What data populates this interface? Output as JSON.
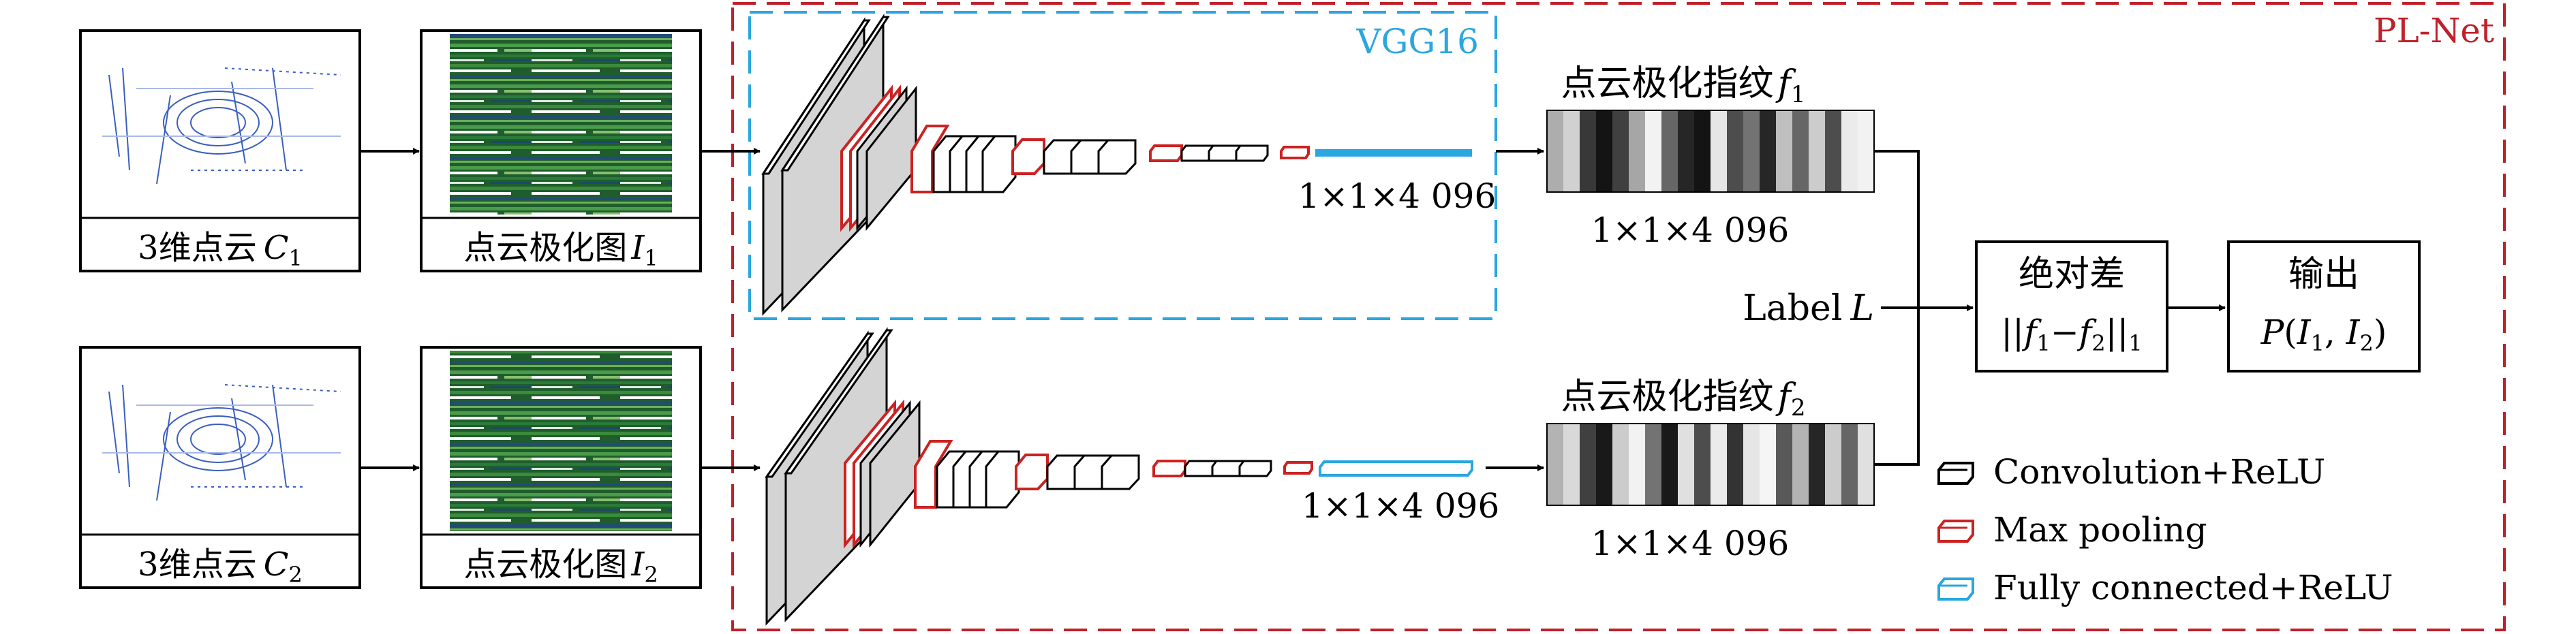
{
  "pl_net_label": "PL-Net",
  "vgg_label": "VGG16",
  "branches": [
    {
      "cloud_label": "3维点云",
      "cloud_var": "C",
      "cloud_sub": "1",
      "image_label": "点云极化图",
      "image_var": "I",
      "image_sub": "1",
      "output_dim": "1×1×4 096",
      "fingerprint_label": "点云极化指纹",
      "fingerprint_var": "f",
      "fingerprint_sub": "1",
      "fingerprint_dim": "1×1×4 096",
      "barcode": [
        0.32,
        0.18,
        0.78,
        0.92,
        0.75,
        0.35,
        0.05,
        0.6,
        0.85,
        0.92,
        0.1,
        0.7,
        0.55,
        0.85,
        0.25,
        0.6,
        0.2,
        0.7,
        0.08,
        0.05
      ]
    },
    {
      "cloud_label": "3维点云",
      "cloud_var": "C",
      "cloud_sub": "2",
      "image_label": "点云极化图",
      "image_var": "I",
      "image_sub": "2",
      "output_dim": "1×1×4 096",
      "fingerprint_label": "点云极化指纹",
      "fingerprint_var": "f",
      "fingerprint_sub": "2",
      "fingerprint_dim": "1×1×4 096",
      "barcode": [
        0.3,
        0.15,
        0.75,
        0.9,
        0.2,
        0.05,
        0.55,
        0.9,
        0.12,
        0.7,
        0.08,
        0.8,
        0.1,
        0.04,
        0.65,
        0.3,
        0.85,
        0.2,
        0.6,
        0.12
      ]
    }
  ],
  "label_text": "Label",
  "label_var": "L",
  "abs_diff": {
    "title": "绝对差",
    "formula_open": "||",
    "formula_f1": "f",
    "formula_sub1": "1",
    "formula_minus": "−",
    "formula_f2": "f",
    "formula_sub2": "2",
    "formula_close": "||",
    "formula_sub_outer": "1"
  },
  "output": {
    "title": "输出",
    "formula_P": "P",
    "formula_I1": "I",
    "formula_sub1": "1",
    "formula_sep": ", ",
    "formula_I2": "I",
    "formula_sub2": "2"
  },
  "legend": [
    {
      "label": "Convolution+ReLU",
      "color": "#000000"
    },
    {
      "label": "Max pooling",
      "color": "#cc2222"
    },
    {
      "label": "Fully connected+ReLU",
      "color": "#2aa6e0"
    }
  ],
  "colors": {
    "pl_net_border": "#c0202a",
    "vgg_border": "#2aa6e0",
    "maxpool": "#cc2222",
    "fc": "#2aa6e0",
    "conv_front": "#d4d4d4"
  }
}
